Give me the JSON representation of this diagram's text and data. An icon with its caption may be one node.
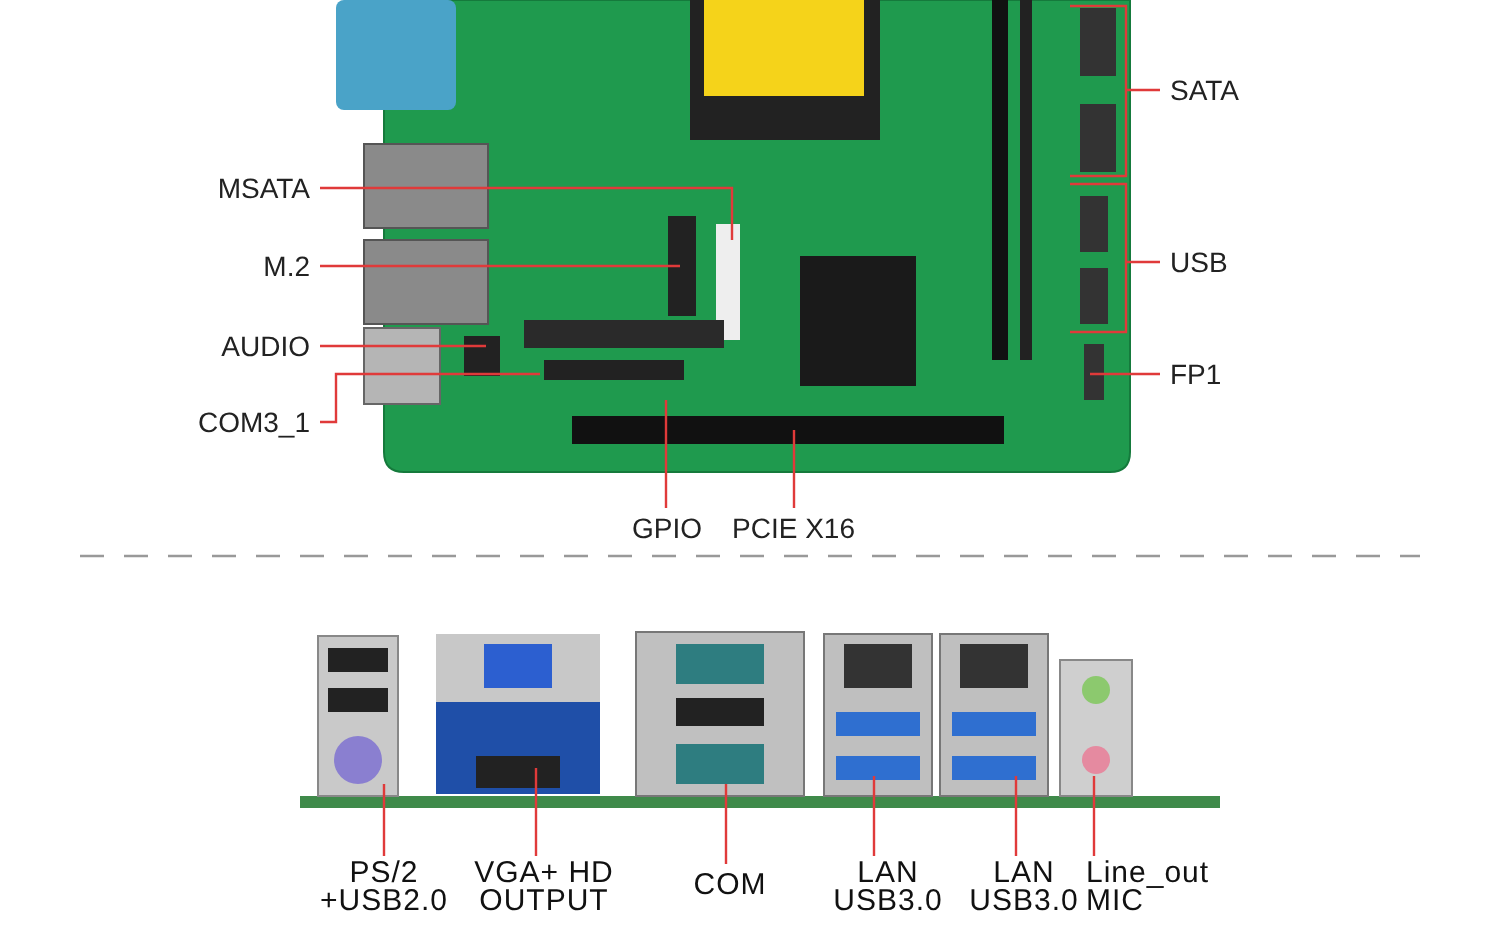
{
  "diagram": {
    "nodes": [
      {
        "text": [
          "MSATA"
        ]
      },
      {
        "text": [
          "M.2"
        ]
      },
      {
        "text": [
          "AUDIO"
        ]
      },
      {
        "text": [
          "COM3_1"
        ]
      },
      {
        "text": [
          "GPIO"
        ]
      },
      {
        "text": [
          "PCIE X16"
        ]
      },
      {
        "text": [
          "SATA"
        ]
      },
      {
        "text": [
          "USB"
        ]
      },
      {
        "text": [
          "FP1"
        ]
      },
      {
        "text": [
          "PS/2 +USB2.0"
        ]
      },
      {
        "text": [
          "VGA+ HD OUTPUT"
        ]
      },
      {
        "text": [
          "COM"
        ]
      },
      {
        "text": [
          "LAN USB3.0"
        ]
      },
      {
        "text": [
          "LAN USB3.0"
        ]
      },
      {
        "text": [
          "Line_out MIC"
        ]
      }
    ],
    "edges": [
      {
        "from": 0,
        "to": null,
        "arrow": "none"
      },
      {
        "from": 1,
        "to": null,
        "arrow": "none"
      },
      {
        "from": 2,
        "to": null,
        "arrow": "none"
      },
      {
        "from": 3,
        "to": null,
        "arrow": "none"
      },
      {
        "from": 4,
        "to": null,
        "arrow": "none"
      },
      {
        "from": 5,
        "to": null,
        "arrow": "none"
      },
      {
        "from": 6,
        "to": null,
        "arrow": "none"
      },
      {
        "from": 7,
        "to": null,
        "arrow": "none"
      },
      {
        "from": 8,
        "to": null,
        "arrow": "none"
      },
      {
        "from": 9,
        "to": null,
        "arrow": "none"
      },
      {
        "from": 10,
        "to": null,
        "arrow": "none"
      },
      {
        "from": 11,
        "to": null,
        "arrow": "none"
      },
      {
        "from": 12,
        "to": null,
        "arrow": "none"
      },
      {
        "from": 13,
        "to": null,
        "arrow": "none"
      },
      {
        "from": 14,
        "to": null,
        "arrow": "none"
      }
    ]
  }
}
